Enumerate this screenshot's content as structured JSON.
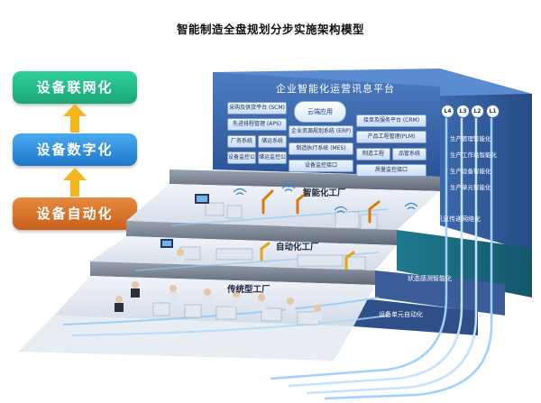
{
  "title": "智能制造全盘规划分步实施架构模型",
  "stages": [
    {
      "label": "设备联网化",
      "color": "#22c08a"
    },
    {
      "label": "设备数字化",
      "color": "#3a94e0"
    },
    {
      "label": "设备自动化",
      "color": "#d97630"
    }
  ],
  "platform": {
    "title": "企业智能化运营讯息平台",
    "cloud_label": "云端应用",
    "systems": [
      "采购及供货平台 (SCM)",
      "先进排程管理 (APS)",
      "企业资源规划系统 (ERP)",
      "接单及服务平台 (CRM)",
      "产品工程管理(PLM)",
      "厂务系统",
      "储运系统",
      "制造执行系统 (MES)",
      "设备监控公差",
      "储运监控公差",
      "制造工程",
      "品管系统",
      "设备监控接口",
      "质量监控接口"
    ]
  },
  "factories": [
    {
      "label": "智能化工厂"
    },
    {
      "label": "自动化工厂"
    },
    {
      "label": "传统型工厂"
    }
  ],
  "levels": [
    "L4",
    "L3",
    "L2",
    "L1"
  ],
  "network_items": [
    "生产管理智能化",
    "生产工作站智能化",
    "生产设备智能化",
    "生产单元智能化",
    "讯息传递网络化"
  ],
  "side_layers": [
    "状态感测智能化",
    "设备单元自动化"
  ],
  "colors": {
    "accent_blue": "#2f5fa8",
    "step_gray": "#7e8796",
    "platform_blue": "#3c6bb0",
    "arrow_yellow": "#f3b61c"
  }
}
